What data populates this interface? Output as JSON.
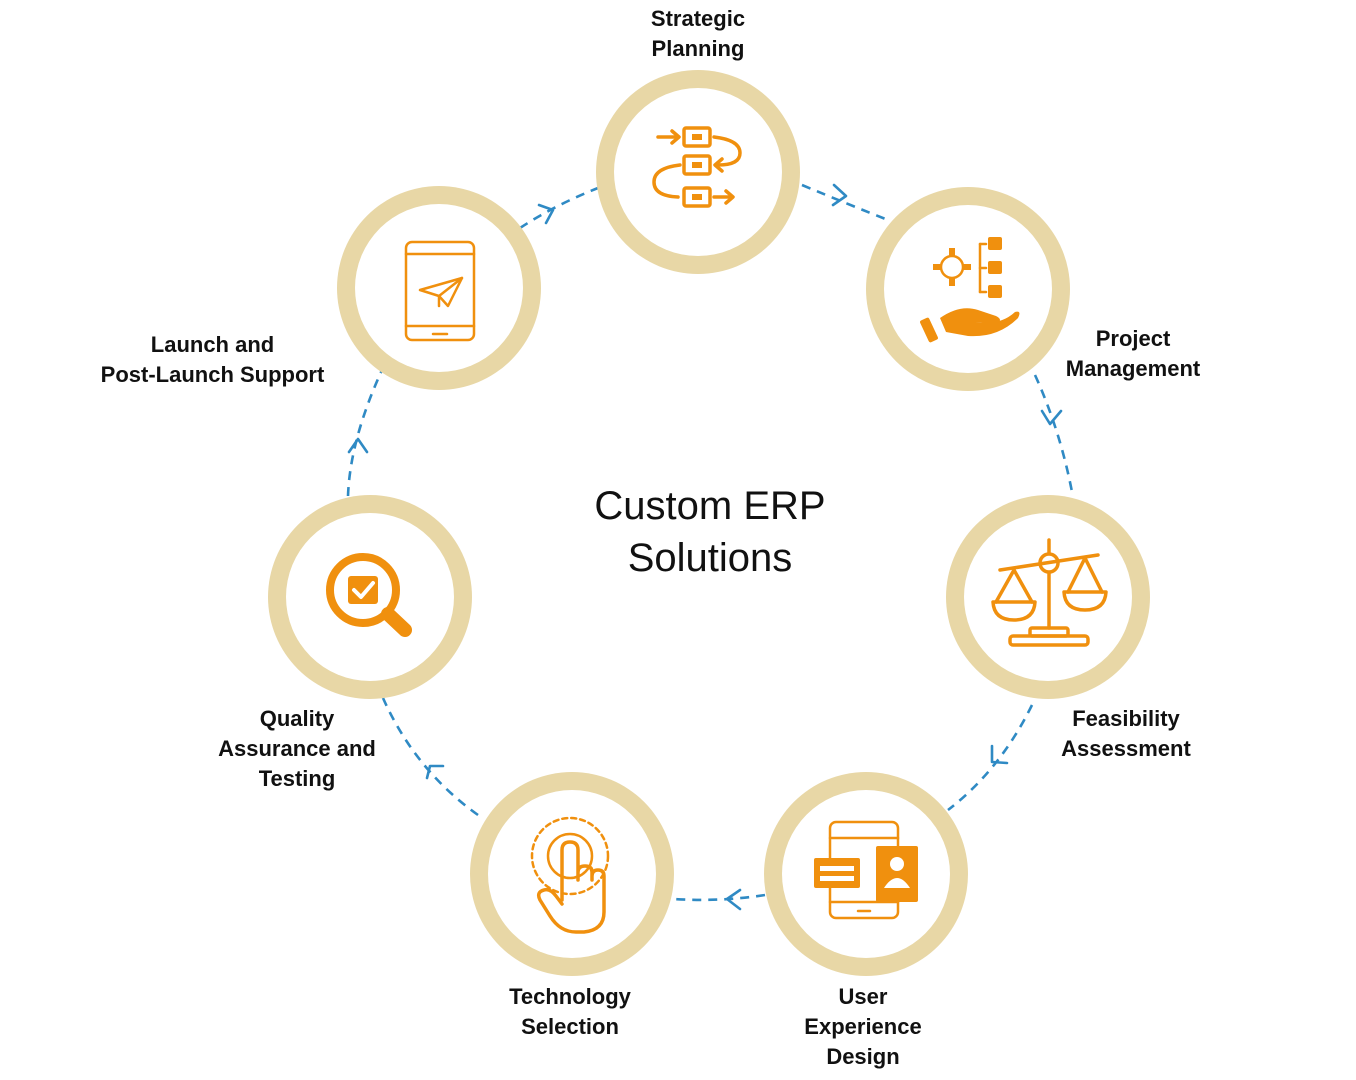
{
  "center": {
    "title_line1": "Custom ERP",
    "title_line2": "Solutions"
  },
  "stages": [
    {
      "name": "strategic-planning",
      "icon": "flowchart-icon",
      "lines": [
        "Strategic",
        "Planning"
      ]
    },
    {
      "name": "project-management",
      "icon": "gear-hand-icon",
      "lines": [
        "Project",
        "Management"
      ]
    },
    {
      "name": "feasibility-assessment",
      "icon": "balance-scale-icon",
      "lines": [
        "Feasibility",
        "Assessment"
      ]
    },
    {
      "name": "user-experience-design",
      "icon": "tablet-profile-icon",
      "lines": [
        "User",
        "Experience",
        "Design"
      ]
    },
    {
      "name": "technology-selection",
      "icon": "touch-hand-icon",
      "lines": [
        "Technology",
        "Selection"
      ]
    },
    {
      "name": "quality-assurance-testing",
      "icon": "magnifier-check-icon",
      "lines": [
        "Quality",
        "Assurance and",
        "Testing"
      ]
    },
    {
      "name": "launch-support",
      "icon": "tablet-paper-plane-icon",
      "lines": [
        "Launch and",
        "Post-Launch Support"
      ]
    }
  ],
  "colors": {
    "ring": "#e8d7a6",
    "icon": "#f0900e",
    "connector": "#2f8ac4",
    "text": "#111111"
  }
}
